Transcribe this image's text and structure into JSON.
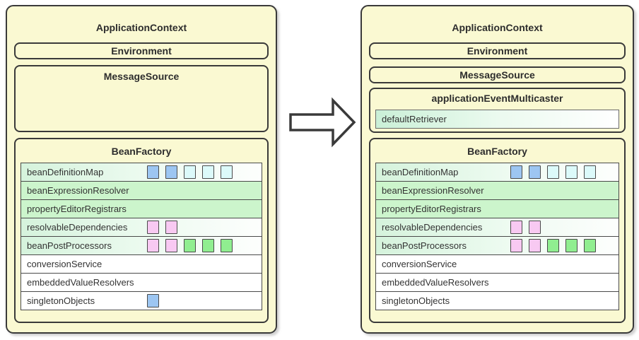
{
  "colors": {
    "blue": "#9dc6f2",
    "cyan": "#dcfafa",
    "pink": "#f8c9f2",
    "green": "#90ee90",
    "panel_yellow": "#faf9d2",
    "row_green": "#ccf5cc",
    "border_dark": "#3a3a3a"
  },
  "arrow": {
    "direction": "right",
    "meaning": "transformation"
  },
  "panels": [
    {
      "title": "ApplicationContext",
      "environment_label": "Environment",
      "message_source_label": "MessageSource",
      "bean_factory": {
        "title": "BeanFactory",
        "rows": [
          {
            "label": "beanDefinitionMap",
            "squares": [
              "blue",
              "blue",
              "cyan",
              "cyan",
              "cyan"
            ]
          },
          {
            "label": "beanExpressionResolver",
            "squares": []
          },
          {
            "label": "propertyEditorRegistrars",
            "squares": []
          },
          {
            "label": "resolvableDependencies",
            "squares": [
              "pink",
              "pink"
            ]
          },
          {
            "label": "beanPostProcessors",
            "squares": [
              "pink",
              "pink",
              "green",
              "green",
              "green"
            ]
          },
          {
            "label": "conversionService",
            "squares": []
          },
          {
            "label": "embeddedValueResolvers",
            "squares": []
          },
          {
            "label": "singletonObjects",
            "squares": [
              "blue"
            ]
          }
        ]
      }
    },
    {
      "title": "ApplicationContext",
      "environment_label": "Environment",
      "message_source_label": "MessageSource",
      "event_multicaster": {
        "title": "applicationEventMulticaster",
        "row_label": "defaultRetriever"
      },
      "bean_factory": {
        "title": "BeanFactory",
        "rows": [
          {
            "label": "beanDefinitionMap",
            "squares": [
              "blue",
              "blue",
              "cyan",
              "cyan",
              "cyan"
            ]
          },
          {
            "label": "beanExpressionResolver",
            "squares": []
          },
          {
            "label": "propertyEditorRegistrars",
            "squares": []
          },
          {
            "label": "resolvableDependencies",
            "squares": [
              "pink",
              "pink"
            ]
          },
          {
            "label": "beanPostProcessors",
            "squares": [
              "pink",
              "pink",
              "green",
              "green",
              "green"
            ]
          },
          {
            "label": "conversionService",
            "squares": []
          },
          {
            "label": "embeddedValueResolvers",
            "squares": []
          },
          {
            "label": "singletonObjects",
            "squares": []
          }
        ]
      }
    }
  ]
}
